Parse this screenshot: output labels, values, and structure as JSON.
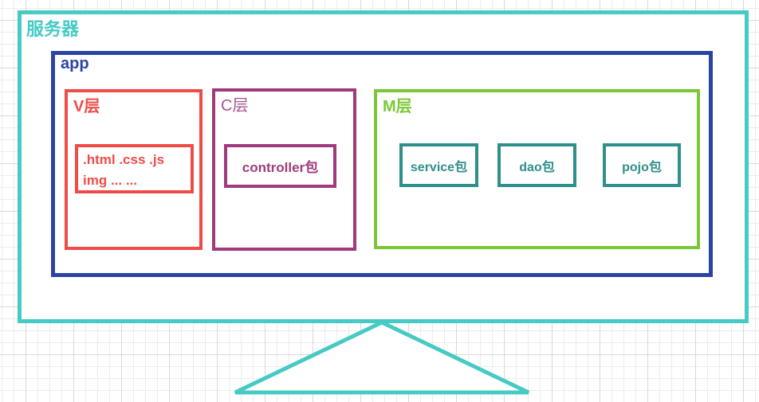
{
  "server": {
    "label": "服务器"
  },
  "app": {
    "label": "app"
  },
  "v_layer": {
    "label": "V层",
    "files_line1": ".html .css .js",
    "files_line2": "img  ... ..."
  },
  "c_layer": {
    "label": "C层",
    "package": "controller包"
  },
  "m_layer": {
    "label": "M层",
    "packages": [
      "service包",
      "dao包",
      "pojo包"
    ]
  },
  "colors": {
    "cyan": "#46CAC4",
    "blue": "#2B44A3",
    "red": "#EF4C48",
    "purple": "#A03A7E",
    "purple-light": "#A65590",
    "green": "#7BC837",
    "teal": "#2E8F8B",
    "grid-minor": "#ececec",
    "grid-major": "#d9d9d9"
  }
}
